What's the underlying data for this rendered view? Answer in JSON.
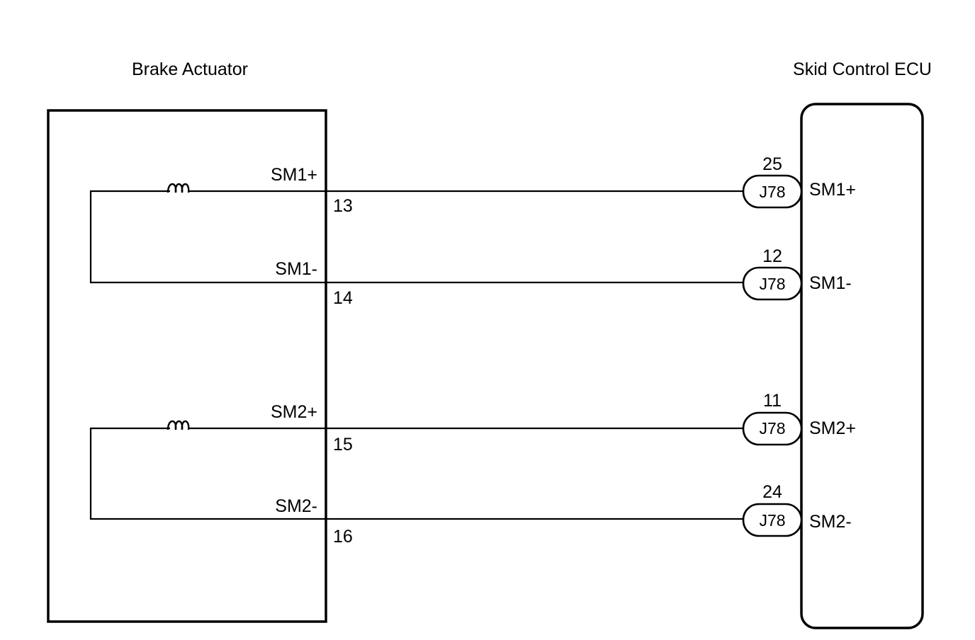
{
  "components": {
    "brake_actuator": {
      "label": "Brake Actuator"
    },
    "skid_control_ecu": {
      "label": "Skid Control ECU"
    }
  },
  "circuits": [
    {
      "id": "sm1",
      "plus": {
        "actuator_label": "SM1+",
        "actuator_pin": "13",
        "ecu_pin": "25",
        "connector": "J78",
        "ecu_label": "SM1+"
      },
      "minus": {
        "actuator_label": "SM1-",
        "actuator_pin": "14",
        "ecu_pin": "12",
        "connector": "J78",
        "ecu_label": "SM1-"
      }
    },
    {
      "id": "sm2",
      "plus": {
        "actuator_label": "SM2+",
        "actuator_pin": "15",
        "ecu_pin": "11",
        "connector": "J78",
        "ecu_label": "SM2+"
      },
      "minus": {
        "actuator_label": "SM2-",
        "actuator_pin": "16",
        "ecu_pin": "24",
        "connector": "J78",
        "ecu_label": "SM2-"
      }
    }
  ]
}
